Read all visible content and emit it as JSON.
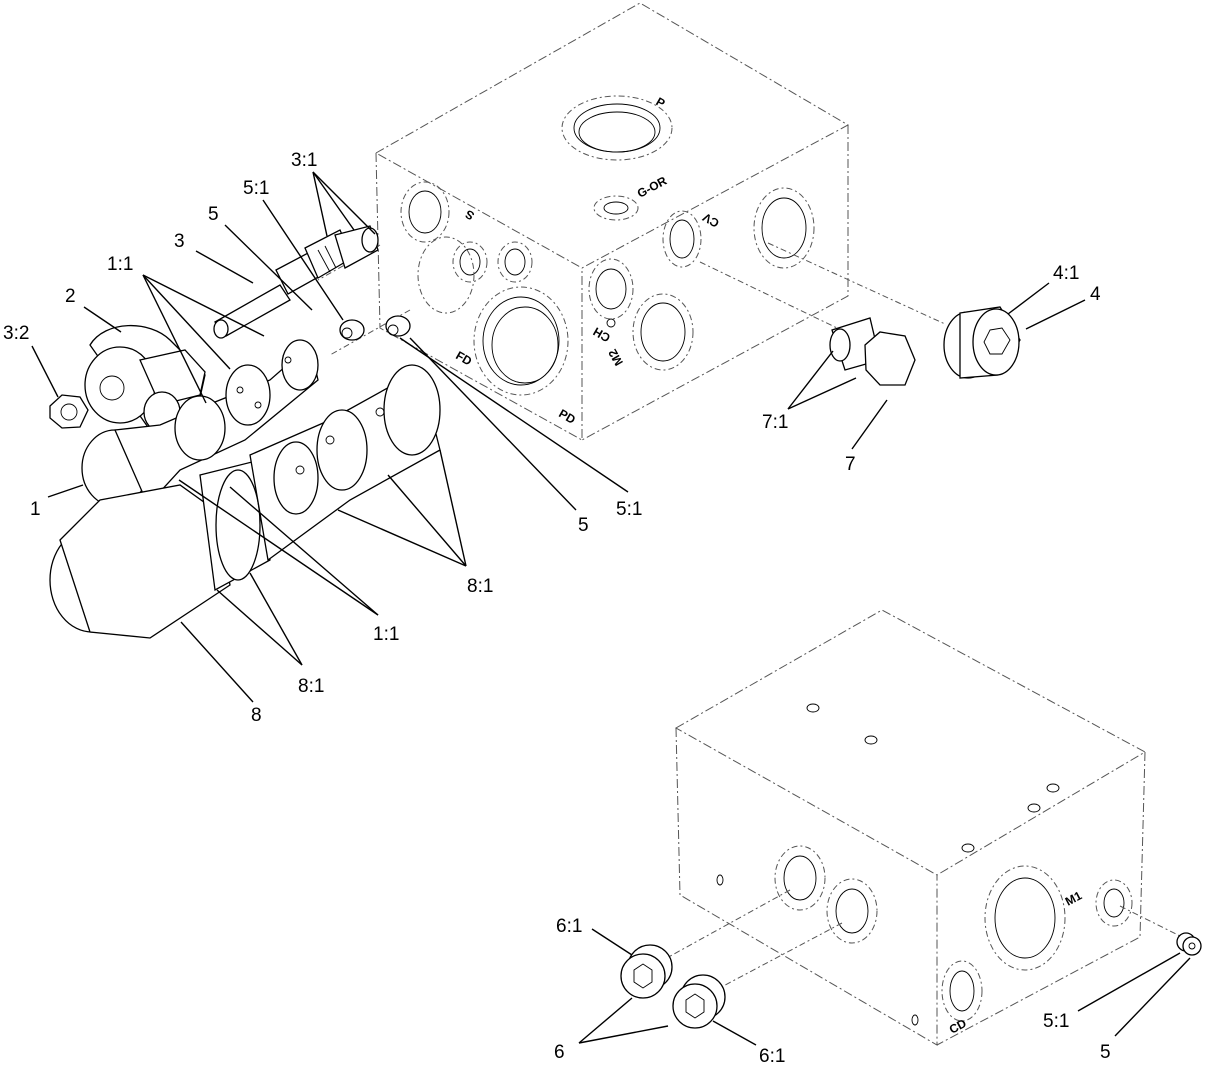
{
  "diagram": {
    "callouts": {
      "c_3_1": "3:1",
      "c_5_1_top": "5:1",
      "c_5_left": "5",
      "c_3": "3",
      "c_1_1_top": "1:1",
      "c_2": "2",
      "c_3_2": "3:2",
      "c_1": "1",
      "c_4_1": "4:1",
      "c_4": "4",
      "c_7_1": "7:1",
      "c_7": "7",
      "c_5_mid": "5",
      "c_5_1_mid": "5:1",
      "c_8_1_mid": "8:1",
      "c_1_1_bot": "1:1",
      "c_8_1_bot": "8:1",
      "c_8": "8",
      "c_6_1_top": "6:1",
      "c_6": "6",
      "c_6_1_bot": "6:1",
      "c_5_1_br": "5:1",
      "c_5_br": "5"
    },
    "ports": {
      "p": "P",
      "g_or": "G-OR",
      "s": "S",
      "cv": "CV",
      "ch": "CH",
      "m2": "M2",
      "fd": "FD",
      "pd": "PD",
      "m1": "M1",
      "cd": "CD"
    }
  }
}
